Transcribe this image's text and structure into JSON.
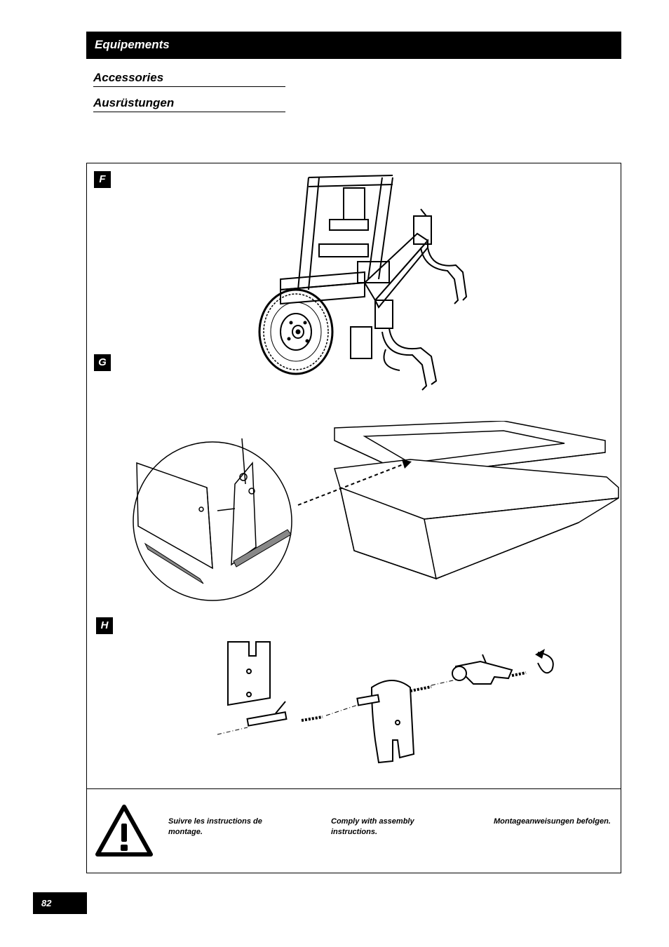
{
  "header": {
    "title": "Equipements"
  },
  "subtitles": {
    "en": "Accessories",
    "de": "Ausrüstungen"
  },
  "sections": [
    {
      "label": "F"
    },
    {
      "label": "G"
    },
    {
      "label": "H"
    }
  ],
  "notice": {
    "icon": "warning-icon",
    "fr": "Suivre les instructions de montage.",
    "en": "Comply with assembly instructions.",
    "de": "Montageanweisungen befolgen."
  },
  "footer": {
    "page_number": "82"
  }
}
